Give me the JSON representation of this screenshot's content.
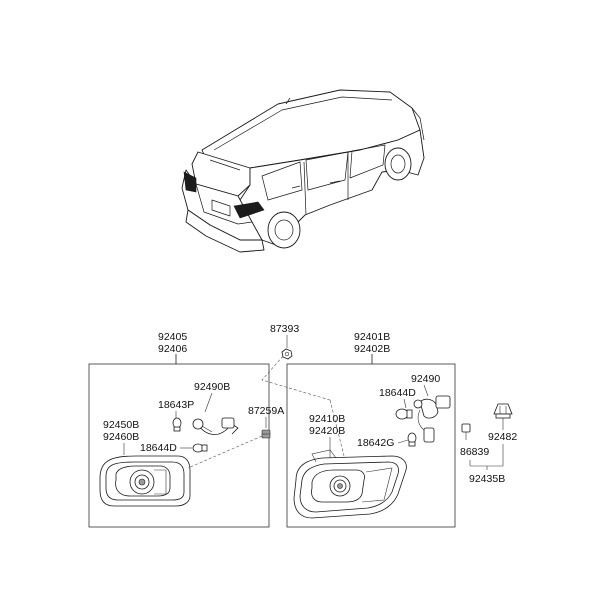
{
  "labels": {
    "l92405": "92405",
    "l92406": "92406",
    "l87393": "87393",
    "l92401B": "92401B",
    "l92402B": "92402B",
    "l92490B": "92490B",
    "l18643P": "18643P",
    "l87259A": "87259A",
    "l92450B": "92450B",
    "l92460B": "92460B",
    "l18644D_left": "18644D",
    "l92490": "92490",
    "l18644D_right": "18644D",
    "l92410B": "92410B",
    "l92420B": "92420B",
    "l18642G": "18642G",
    "l86839": "86839",
    "l92482": "92482",
    "l92435B": "92435B"
  },
  "colors": {
    "line": "#222222",
    "text": "#111111",
    "lamp_dark": "#1c1c1c"
  }
}
